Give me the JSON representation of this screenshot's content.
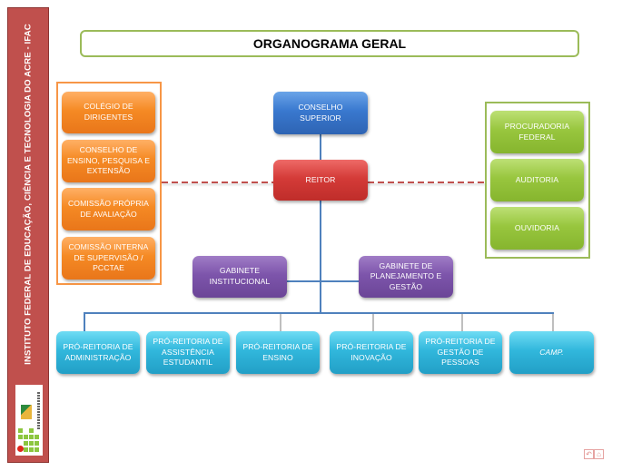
{
  "sidebar": {
    "institution_name": "INSTITUTO FEDERAL DE EDUCAÇÃO, CIÊNCIA E TECNOLOGIA DO ACRE - IFAC",
    "logo": "ifac-logo",
    "color": "#c0504d"
  },
  "title": "ORGANOGRAMA GERAL",
  "colors": {
    "title_border": "#9bbb59",
    "orange_group": "#f79646",
    "green_group": "#9bbb59",
    "blue": "#3978cf",
    "red": "#d43b38",
    "purple": "#7d55ab",
    "cyan": "#31b7dc",
    "connector": "#4f81bd",
    "dashed_connector": "#c0504d"
  },
  "left_group": [
    {
      "label": "COLÉGIO DE DIRIGENTES"
    },
    {
      "label": "CONSELHO DE ENSINO, PESQUISA E EXTENSÃO"
    },
    {
      "label": "COMISSÃO PRÓPRIA DE AVALIAÇÃO"
    },
    {
      "label": "COMISSÃO INTERNA DE SUPERVISÃO / PCCTAE"
    }
  ],
  "right_group": [
    {
      "label": "PROCURADORIA FEDERAL"
    },
    {
      "label": "AUDITORIA"
    },
    {
      "label": "OUVIDORIA"
    }
  ],
  "center": {
    "council": "CONSELHO SUPERIOR",
    "rector": "REITOR",
    "cabinets": [
      {
        "label": "GABINETE INSTITUCIONAL"
      },
      {
        "label": "GABINETE DE PLANEJAMENTO E GESTÃO"
      }
    ]
  },
  "pro_rectorates": [
    {
      "label": "PRÓ-REITORIA DE ADMINISTRAÇÃO"
    },
    {
      "label": "PRÓ-REITORIA DE ASSISTÊNCIA ESTUDANTIL"
    },
    {
      "label": "PRÓ-REITORIA DE ENSINO"
    },
    {
      "label": "PRÓ-REITORIA DE INOVAÇÃO"
    },
    {
      "label": "PRÓ-REITORIA DE GESTÃO DE PESSOAS"
    },
    {
      "label": "CAMP."
    }
  ],
  "nav": {
    "back_icon": "return-icon",
    "home_icon": "home-icon",
    "back_glyph": "↶",
    "home_glyph": "⌂"
  }
}
